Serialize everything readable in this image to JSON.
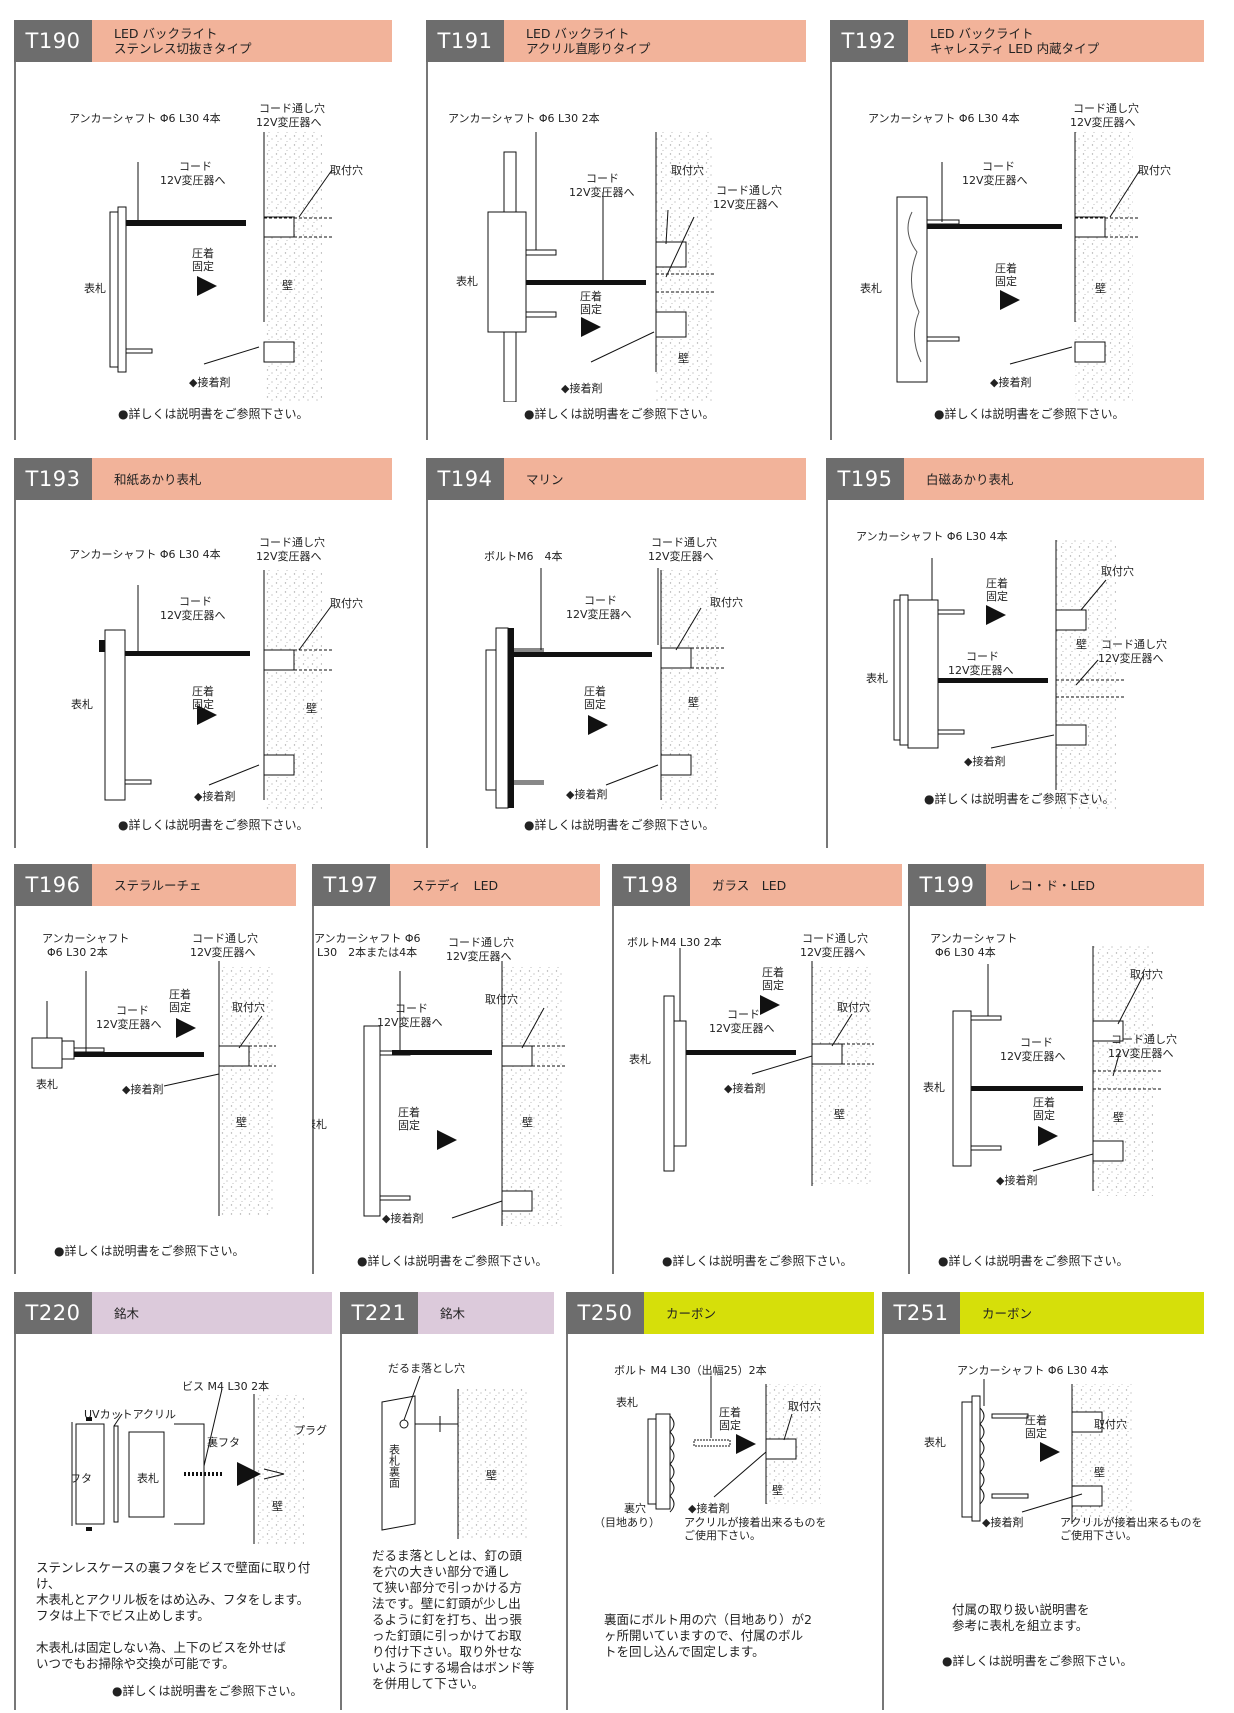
{
  "common": {
    "see_manual": "●詳しくは説明書をご参照下さい。",
    "adhesive": "◆接着剤",
    "plate": "表札",
    "wall": "壁",
    "press_fix_1": "圧着",
    "press_fix_2": "固定",
    "cord_1": "コード",
    "cord_2": "12V変圧器へ",
    "hole_cord_1": "コード通し穴",
    "hole_cord_2": "12V変圧器へ",
    "mount_hole": "取付穴"
  },
  "panels": {
    "t190": {
      "code": "T190",
      "title1": "LED バックライト",
      "title2": "ステンレス切抜きタイプ",
      "anchor": "アンカーシャフト Φ6 L30 4本"
    },
    "t191": {
      "code": "T191",
      "title1": "LED バックライト",
      "title2": "アクリル直彫りタイプ",
      "anchor": "アンカーシャフト Φ6 L30 2本"
    },
    "t192": {
      "code": "T192",
      "title1": "LED バックライト",
      "title2": "キャレスティ LED 内蔵タイプ",
      "anchor": "アンカーシャフト Φ6 L30 4本"
    },
    "t193": {
      "code": "T193",
      "title1": "和紙あかり表札",
      "anchor": "アンカーシャフト Φ6 L30 4本"
    },
    "t194": {
      "code": "T194",
      "title1": "マリン",
      "anchor": "ボルトM6　4本"
    },
    "t195": {
      "code": "T195",
      "title1": "白磁あかり表札",
      "anchor": "アンカーシャフト Φ6 L30 4本"
    },
    "t196": {
      "code": "T196",
      "title1": "ステラルーチェ",
      "anchor1": "アンカーシャフト",
      "anchor2": "Φ6 L30 2本"
    },
    "t197": {
      "code": "T197",
      "title1": "ステディ　LED",
      "anchor1": "アンカーシャフト Φ6",
      "anchor2": "L30　2本または4本"
    },
    "t198": {
      "code": "T198",
      "title1": "ガラス　LED",
      "anchor": "ボルトM4 L30 2本"
    },
    "t199": {
      "code": "T199",
      "title1": "レコ・ド・LED",
      "anchor1": "アンカーシャフト",
      "anchor2": "Φ6 L30 4本"
    },
    "t220": {
      "code": "T220",
      "title1": "銘木",
      "uvcut": "UVカットアクリル",
      "screw": "ビス M4 L30 2本",
      "lid": "フタ",
      "back_lid": "裏フタ",
      "plug": "プラグ",
      "body": "ステンレスケースの裏フタをビスで壁面に取り付け、\n木表札とアクリル板をはめ込み、フタをします。\nフタは上下でビス止めします。\n\n木表札は固定しない為、上下のビスを外せば\nいつでもお掃除や交換が可能です。"
    },
    "t221": {
      "code": "T221",
      "title1": "銘木",
      "daruma": "だるま落とし穴",
      "plate_back": "表札裏面",
      "body": "だるま落としとは、釘の頭\nを穴の大きい部分で通し\nて狭い部分で引っかける方\n法です。壁に釘頭が少し出\nるように釘を打ち、出っ張\nった釘頭に引っかけてお取\nり付け下さい。取り外せな\nいようにする場合はボンド等\nを併用して下さい。"
    },
    "t250": {
      "code": "T250",
      "title1": "カーボン",
      "bolt": "ボルト M4 L30（出幅25）2本",
      "back_hole1": "裏穴",
      "back_hole2": "（目地あり）",
      "acrylic_note1": "アクリルが接着出来るものを",
      "acrylic_note2": "ご使用下さい。",
      "body": "裏面にボルト用の穴（目地あり）が2\nヶ所開いていますので、付属のボル\nトを回し込んで固定します。"
    },
    "t251": {
      "code": "T251",
      "title1": "カーボン",
      "anchor": "アンカーシャフト Φ6 L30 4本",
      "acrylic_note1": "アクリルが接着出来るものを",
      "acrylic_note2": "ご使用下さい。",
      "body": "付属の取り扱い説明書を\n参考に表札を組立ます。"
    }
  }
}
